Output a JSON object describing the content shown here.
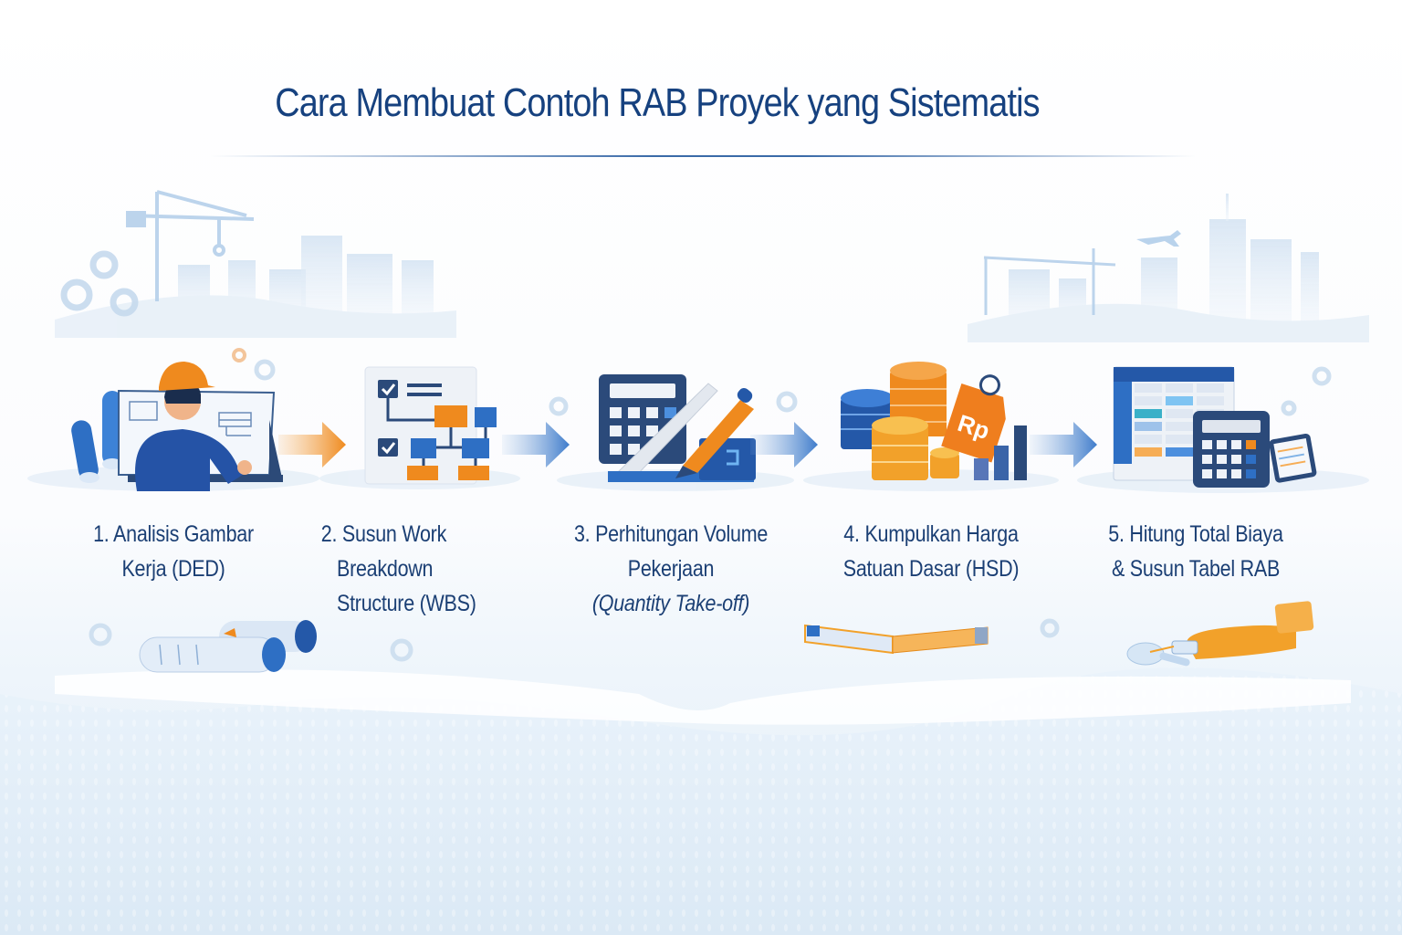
{
  "title": "Cara Membuat Contoh RAB Proyek yang Sistematis",
  "colors": {
    "title": "#16417f",
    "label": "#1b3f74",
    "accent_orange": "#ef8a1e",
    "accent_blue": "#2e6fc4",
    "navy": "#2b4a7a",
    "background_tint": "#e3eef8"
  },
  "steps": [
    {
      "number": "1.",
      "lines": [
        "1. Analisis Gambar",
        "Kerja (DED)"
      ],
      "icon": "engineer-blueprint-icon"
    },
    {
      "number": "2.",
      "lines": [
        "2. Susun Work",
        "Breakdown",
        "Structure (WBS)"
      ],
      "icon": "wbs-flowchart-icon"
    },
    {
      "number": "3.",
      "lines": [
        "3. Perhitungan Volume",
        "Pekerjaan",
        "(Quantity Take-off)"
      ],
      "icon": "calculator-ruler-pencil-icon"
    },
    {
      "number": "4.",
      "lines": [
        "4. Kumpulkan Harga",
        "Satuan Dasar (HSD)"
      ],
      "icon": "coins-price-tag-icon",
      "tag_text": "Rp"
    },
    {
      "number": "5.",
      "lines": [
        "5. Hitung Total Biaya",
        "& Susun Tabel RAB"
      ],
      "icon": "spreadsheet-calculator-icon"
    }
  ],
  "arrows": [
    {
      "from": 1,
      "to": 2,
      "color": "orange"
    },
    {
      "from": 2,
      "to": 3,
      "color": "blue"
    },
    {
      "from": 3,
      "to": 4,
      "color": "blue"
    },
    {
      "from": 4,
      "to": 5,
      "color": "blue"
    }
  ]
}
